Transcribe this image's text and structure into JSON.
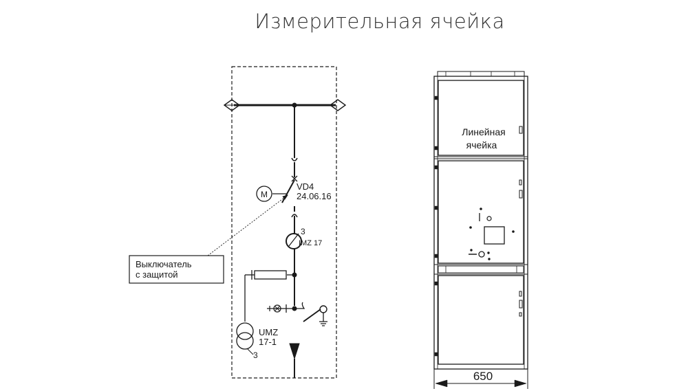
{
  "title": "Измерительная ячейка",
  "schematic": {
    "motor_symbol": "M",
    "breaker_name": "VD4",
    "breaker_model": "24.06.16",
    "ct_count": "3",
    "ct_model": "IMZ 17",
    "vt_name": "UMZ",
    "vt_model": "17-1",
    "vt_count": "3",
    "callout_line1": "Выключатель",
    "callout_line2": "с защитой"
  },
  "cabinet": {
    "top_label_line1": "Линейная",
    "top_label_line2": "ячейка",
    "width_dimension": "650"
  }
}
